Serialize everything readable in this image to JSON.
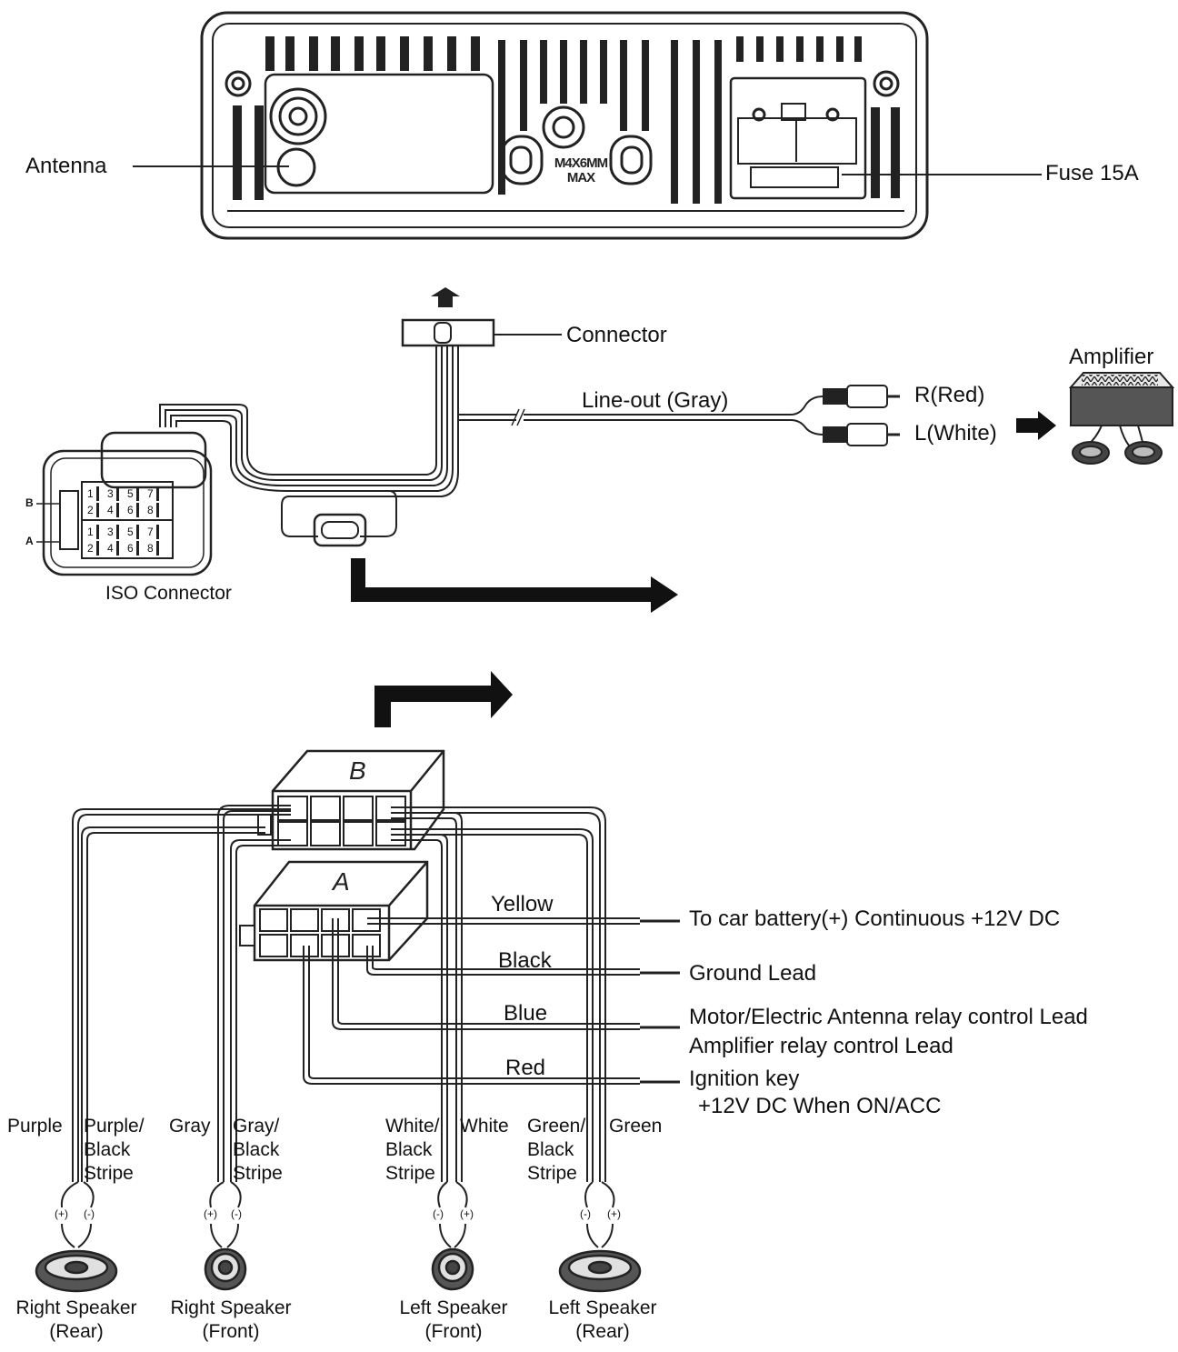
{
  "head_unit": {
    "antenna_label": "Antenna",
    "fuse_label": "Fuse 15A",
    "screw_note": "M4X6MM\nMAX"
  },
  "harness": {
    "connector_label": "Connector",
    "line_out_label": "Line-out (Gray)",
    "r_label": "R(Red)",
    "l_label": "L(White)",
    "amplifier_label": "Amplifier",
    "iso_label": "ISO Connector",
    "iso_row_b": "B",
    "iso_row_a": "A",
    "pin_numbers": [
      "1",
      "3",
      "5",
      "7",
      "2",
      "4",
      "6",
      "8"
    ]
  },
  "connectors": {
    "block_b_letter": "B",
    "block_a_letter": "A"
  },
  "wires": {
    "yellow": "Yellow",
    "black": "Black",
    "blue": "Blue",
    "red": "Red"
  },
  "leads": {
    "battery": "To car battery(+) Continuous +12V DC",
    "ground": "Ground Lead",
    "antenna_relay": "Motor/Electric Antenna relay control Lead",
    "amp_relay": "Amplifier relay control Lead",
    "ignition": "Ignition key",
    "ignition_note": "+12V DC When ON/ACC"
  },
  "speaker_wires": [
    {
      "text": "Purple"
    },
    {
      "text": "Purple/\nBlack\nStripe"
    },
    {
      "text": "Gray"
    },
    {
      "text": "Gray/\nBlack\nStripe"
    },
    {
      "text": "White/\nBlack\nStripe"
    },
    {
      "text": "White"
    },
    {
      "text": "Green/\nBlack\nStripe"
    },
    {
      "text": "Green"
    }
  ],
  "polarity": {
    "plus": "(+)",
    "minus": "(-)"
  },
  "speakers": [
    {
      "text": "Right Speaker\n(Rear)"
    },
    {
      "text": "Right Speaker\n(Front)"
    },
    {
      "text": "Left Speaker\n(Front)"
    },
    {
      "text": "Left Speaker\n(Rear)"
    }
  ]
}
